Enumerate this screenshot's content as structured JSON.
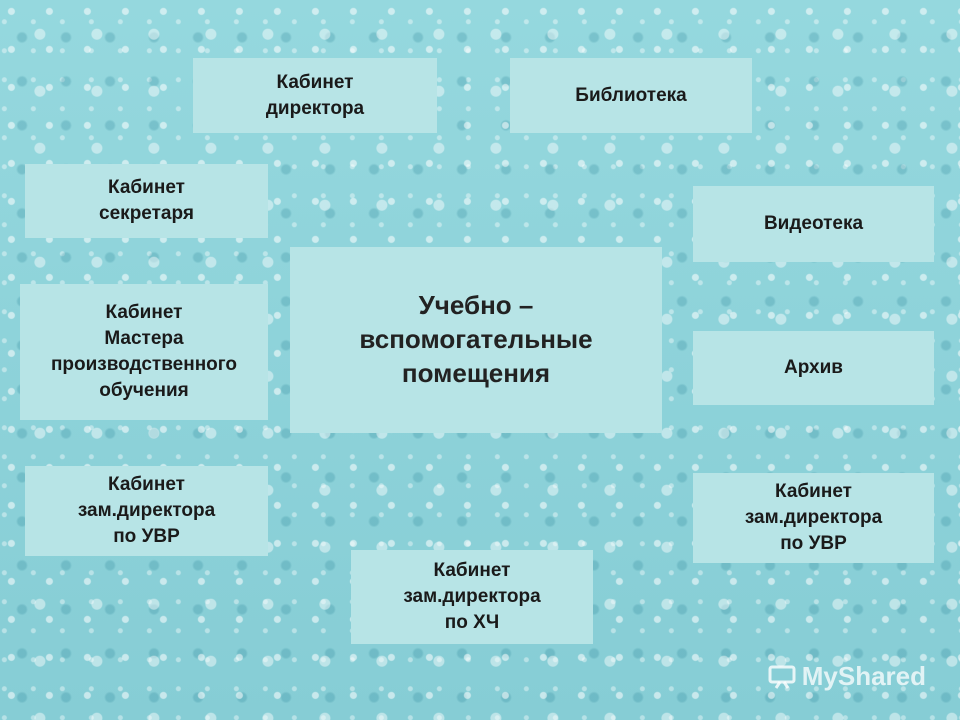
{
  "diagram": {
    "center": "Учебно –\nвспомогательные\nпомещения",
    "rooms": {
      "director": "Кабинет\nдиректора",
      "library": "Библиотека",
      "secretary": "Кабинет\nсекретаря",
      "video_library": "Видеотека",
      "master": "Кабинет\nМастера\nпроизводственного\nобучения",
      "archive": "Архив",
      "deputy_uvr_left": "Кабинет\nзам.директора\nпо УВР",
      "deputy_uvr_right": "Кабинет\nзам.директора\nпо УВР",
      "deputy_hch": "Кабинет\nзам.директора\nпо ХЧ"
    }
  },
  "watermark": {
    "text": "MyShared",
    "icon": "presentation-board-icon"
  }
}
